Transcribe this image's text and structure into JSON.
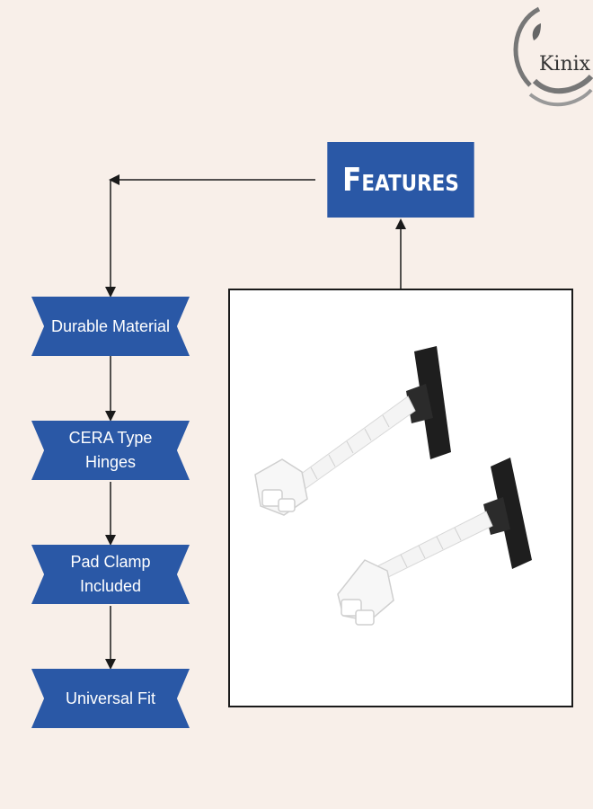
{
  "logo": {
    "text": "Kinix",
    "icon": "leaf-wave-logo-icon"
  },
  "title": {
    "text": "Features"
  },
  "features": [
    {
      "label": "Durable Material"
    },
    {
      "label": "CERA Type Hinges"
    },
    {
      "label": "Pad Clamp Included"
    },
    {
      "label": "Universal Fit"
    }
  ],
  "colors": {
    "accent": "#2a58a6",
    "background": "#f8efe9",
    "frame": "#1a1a1a"
  },
  "product": {
    "icon": "hinge-bolts-photo-icon"
  }
}
